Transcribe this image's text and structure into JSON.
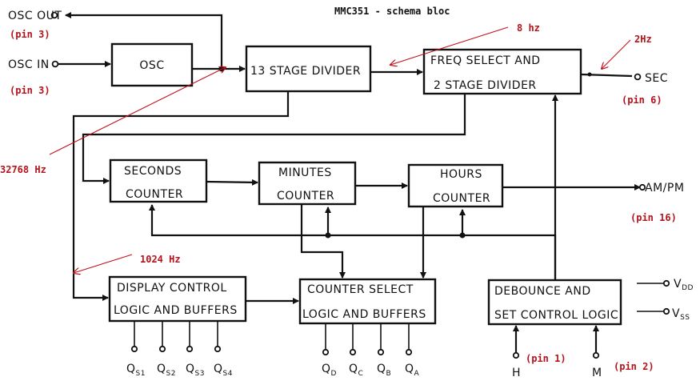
{
  "title": "MMC351 - schema bloc",
  "blocks": {
    "osc": "OSC",
    "stage_divider": "13 STAGE DIVIDER",
    "freq_select_1": "FREQ SELECT AND",
    "freq_select_2": "2 STAGE DIVIDER",
    "seconds_1": "SECONDS",
    "seconds_2": "COUNTER",
    "minutes_1": "MINUTES",
    "minutes_2": "COUNTER",
    "hours_1": "HOURS",
    "hours_2": "COUNTER",
    "display_1": "DISPLAY CONTROL",
    "display_2": "LOGIC AND BUFFERS",
    "counter_sel_1": "COUNTER SELECT",
    "counter_sel_2": "LOGIC AND BUFFERS",
    "debounce_1": "DEBOUNCE AND",
    "debounce_2": "SET CONTROL LOGIC"
  },
  "terminals": {
    "osc_out": "OSC OUT",
    "osc_in": "OSC IN",
    "sec": "SEC",
    "ampm": "AM/PM",
    "vdd": "V",
    "vdd_sub": "DD",
    "vss": "V",
    "vss_sub": "SS",
    "h": "H",
    "m": "M",
    "qs1": "Q",
    "qs1_sub": "S1",
    "qs2": "Q",
    "qs2_sub": "S2",
    "qs3": "Q",
    "qs3_sub": "S3",
    "qs4": "Q",
    "qs4_sub": "S4",
    "qd": "Q",
    "qd_sub": "D",
    "qc": "Q",
    "qc_sub": "C",
    "qb": "Q",
    "qb_sub": "B",
    "qa": "Q",
    "qa_sub": "A"
  },
  "annotations": {
    "pin_osc_out": "(pin 3)",
    "pin_osc_in": "(pin 3)",
    "freq_32768": "32768 Hz",
    "freq_8": "8 hz",
    "freq_2": "2Hz",
    "pin_sec": "(pin 6)",
    "pin_ampm": "(pin 16)",
    "freq_1024": "1024 Hz",
    "pin_h": "(pin 1)",
    "pin_m": "(pin 2)"
  },
  "colors": {
    "ink": "#111111",
    "annotation": "#b5121b",
    "background": "#ffffff"
  }
}
